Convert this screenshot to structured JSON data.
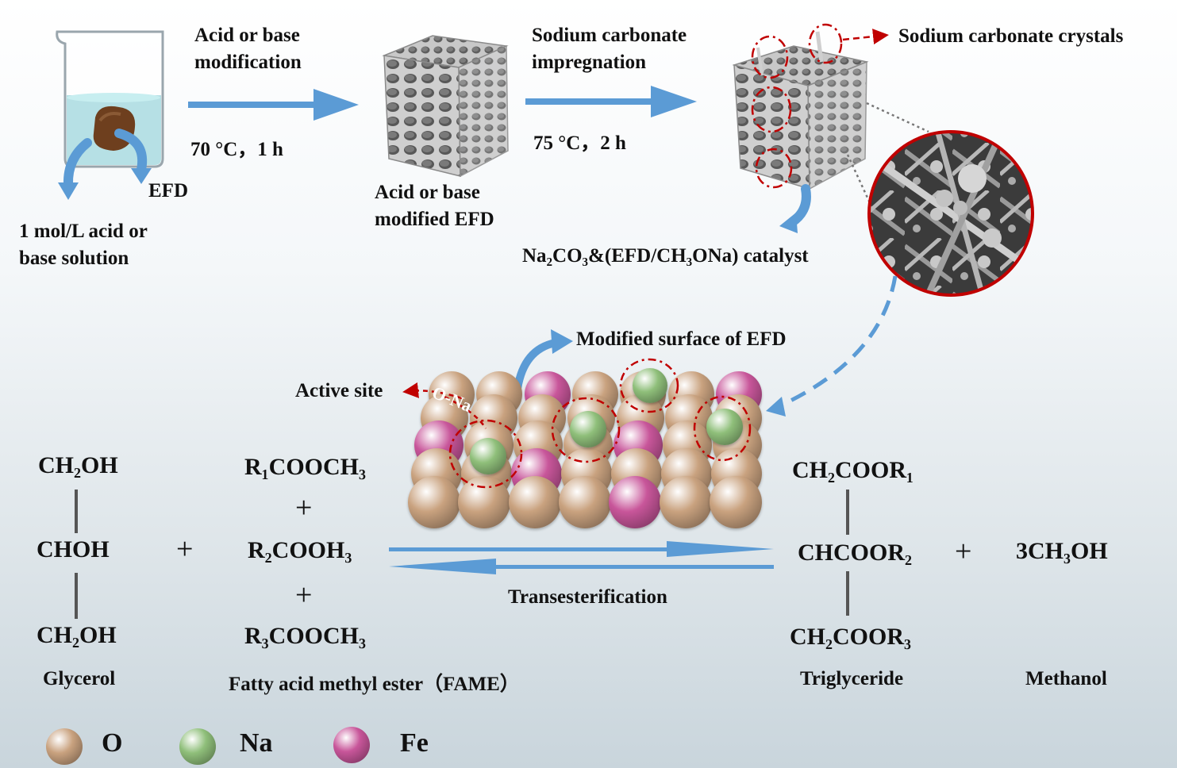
{
  "steps": {
    "acid_base_modification": "Acid or base modification",
    "acid_base_modification_line1": "Acid or base",
    "acid_base_modification_line2": "modification",
    "step1_condition": "70 °C，1 h",
    "carbonate_impregnation_line1": "Sodium carbonate",
    "carbonate_impregnation_line2": "impregnation",
    "step2_condition": "75 °C，2 h"
  },
  "labels": {
    "efd": "EFD",
    "solution_line1": "1 mol/L acid or",
    "solution_line2": "base solution",
    "modified_line1": "Acid or base",
    "modified_line2": "modified EFD",
    "crystals": "Sodium carbonate crystals",
    "catalyst": "Na₂CO₃&(EFD/CH₃ONa) catalyst",
    "modified_surface": "Modified surface of EFD",
    "active_site": "Active site",
    "o_na": "O-Na"
  },
  "reaction": {
    "glycerol_top": "CH₂OH",
    "glycerol_mid": "CHOH",
    "glycerol_bot": "CH₂OH",
    "plus": "+",
    "fame_1": "R₁COOCH₃",
    "fame_2": "R₂COOH₃",
    "fame_3": "R₃COOCH₃",
    "tg_top": "CH₂COOR₁",
    "tg_mid": "CHCOOR₂",
    "tg_bot": "CH₂COOR₃",
    "methanol": "3CH₃OH",
    "transesterification": "Transesterification",
    "name_glycerol": "Glycerol",
    "name_fame": "Fatty acid methyl ester（FAME）",
    "name_triglyceride": "Triglyceride",
    "name_methanol": "Methanol"
  },
  "legend": [
    {
      "symbol": "O",
      "color": "#c9a27f"
    },
    {
      "symbol": "Na",
      "color": "#8fbf7a"
    },
    {
      "symbol": "Fe",
      "color": "#c8569a"
    }
  ],
  "colors": {
    "arrow_blue": "#5b9bd5",
    "highlight_red": "#c00000"
  }
}
